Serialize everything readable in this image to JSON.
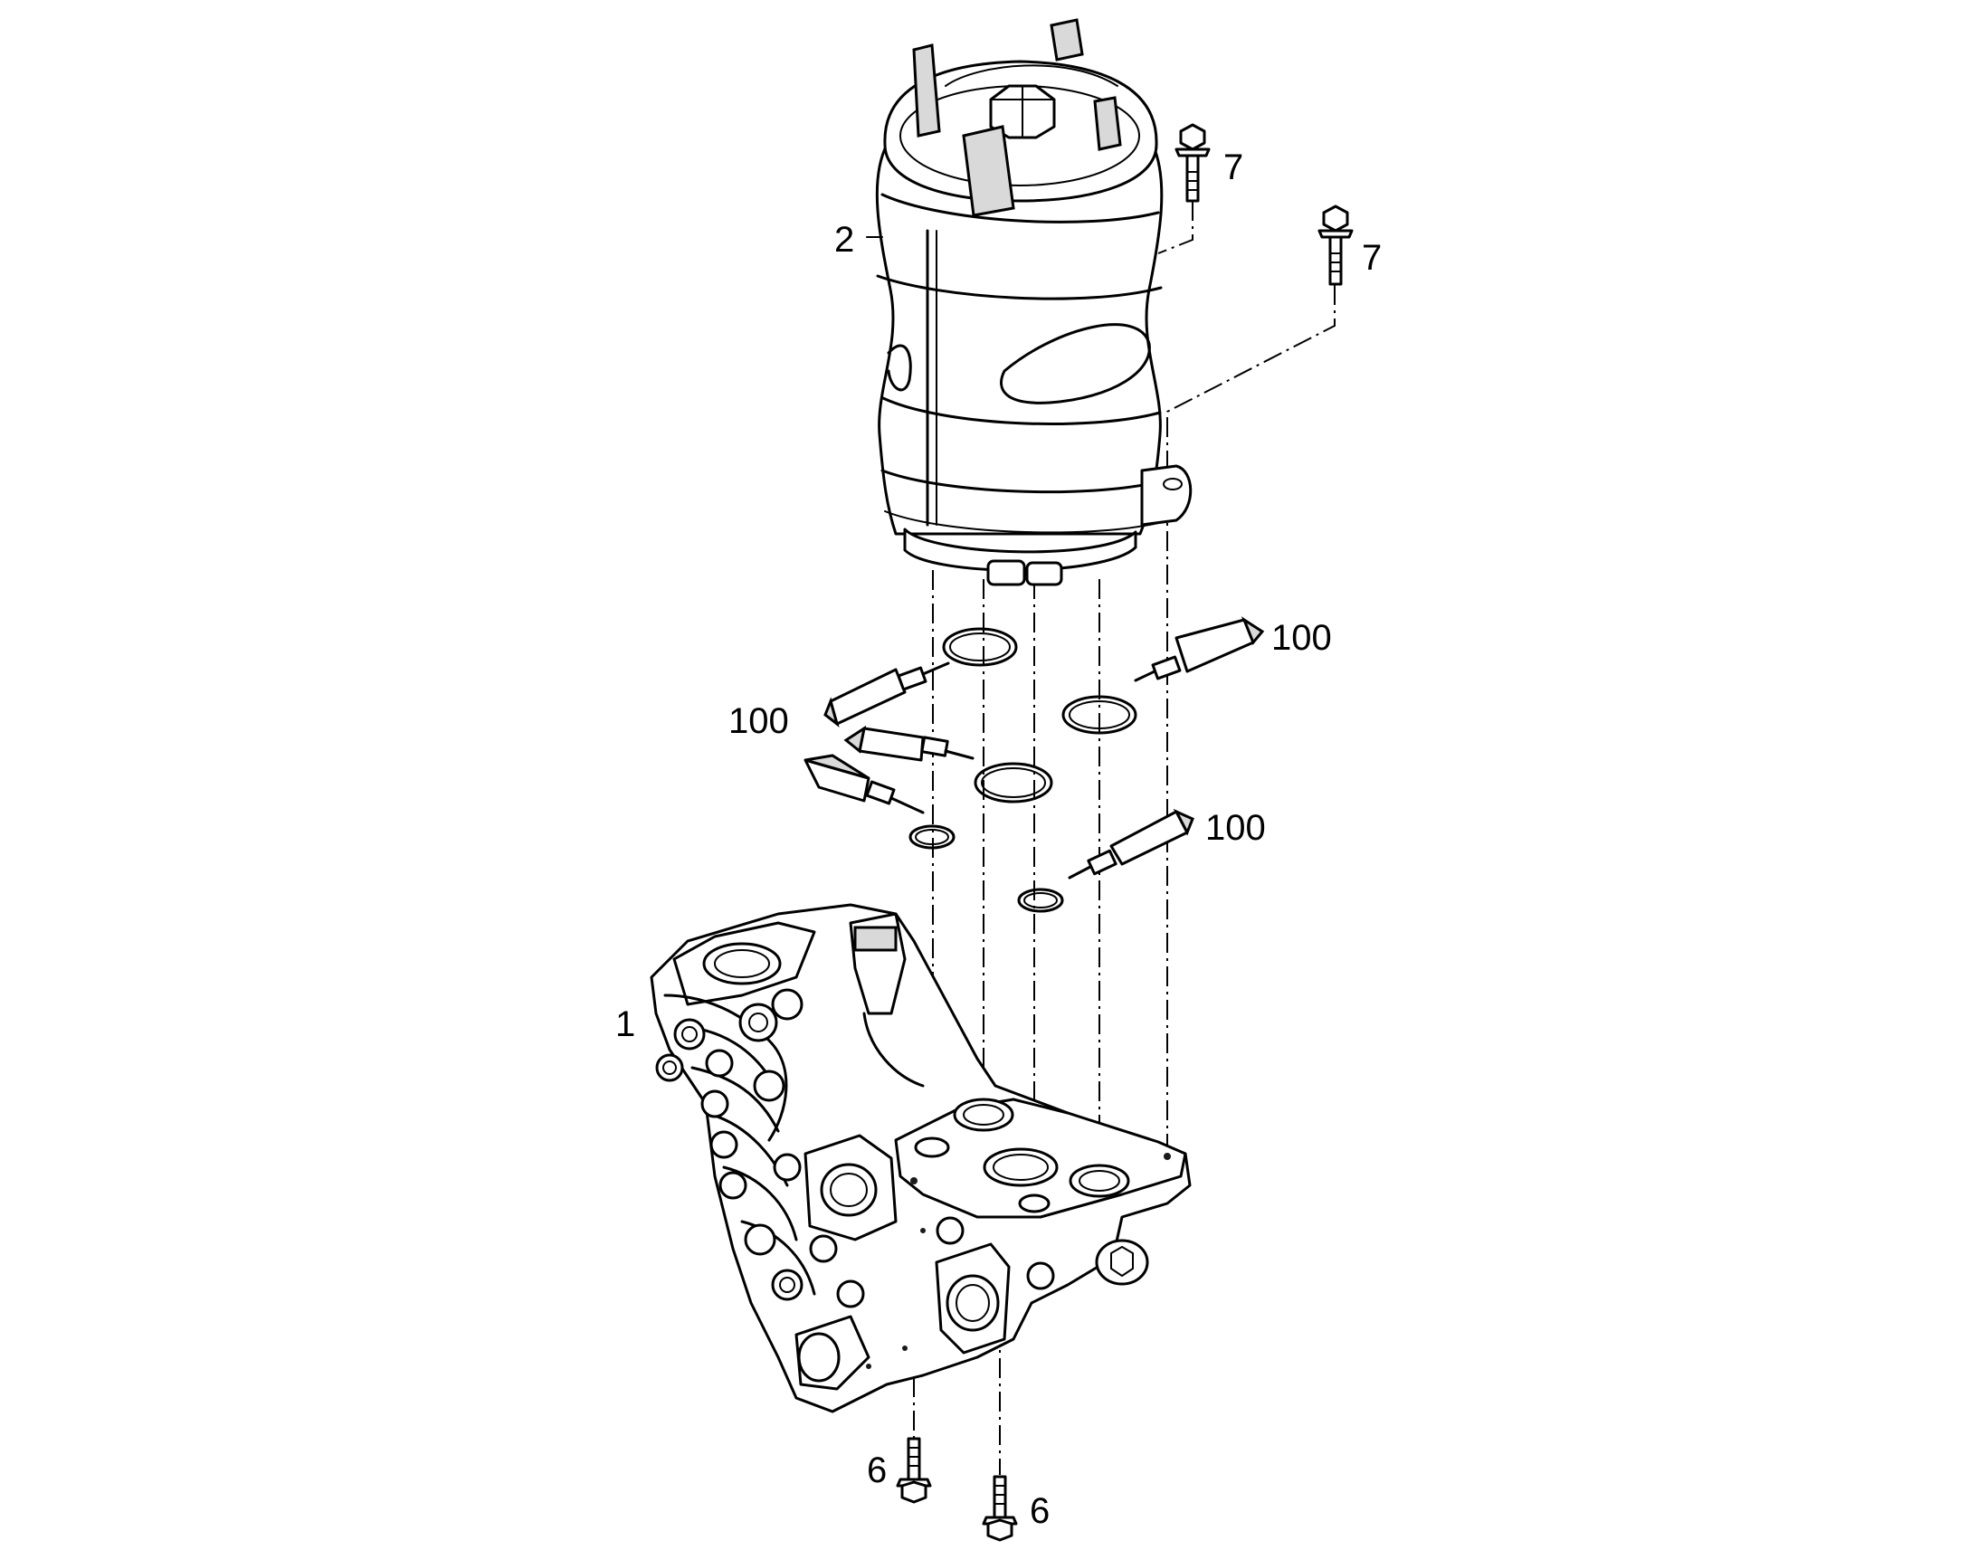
{
  "callouts": [
    {
      "id": "housing-block",
      "label": "1"
    },
    {
      "id": "filter-housing",
      "label": "2"
    },
    {
      "id": "bolt-lower-left",
      "label": "6"
    },
    {
      "id": "bolt-lower-right",
      "label": "6"
    },
    {
      "id": "bolt-upper-left",
      "label": "7"
    },
    {
      "id": "bolt-upper-right",
      "label": "7"
    },
    {
      "id": "lubricant-right-upper",
      "label": "100"
    },
    {
      "id": "lubricant-left",
      "label": "100"
    },
    {
      "id": "lubricant-right-lower",
      "label": "100"
    }
  ]
}
